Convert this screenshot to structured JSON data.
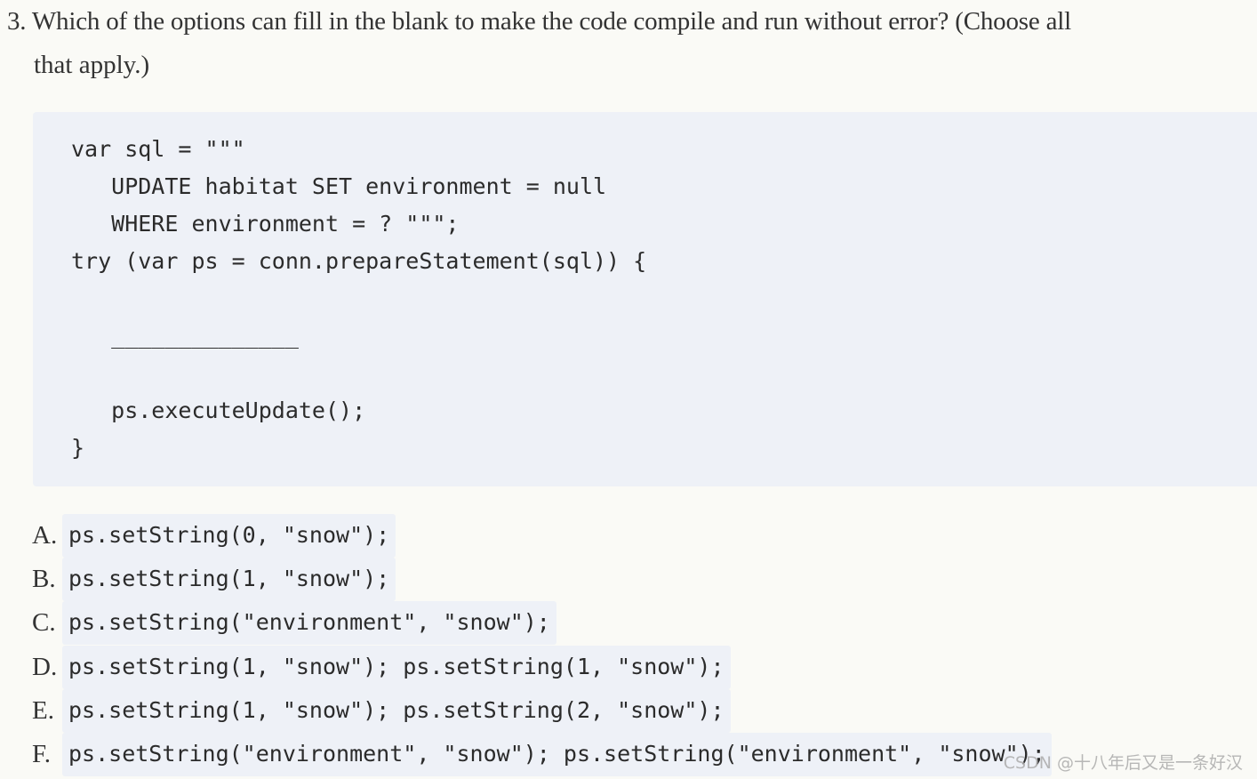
{
  "question": {
    "number": "3.",
    "text_line1": "Which of the options can fill in the blank to make the code compile and run without error? (Choose all",
    "text_line2": "that apply.)"
  },
  "code": {
    "lines": [
      "var sql = \"\"\"",
      "   UPDATE habitat SET environment = null",
      "   WHERE environment = ? \"\"\";",
      "try (var ps = conn.prepareStatement(sql)) {",
      "",
      "   ______________",
      "",
      "   ps.executeUpdate();",
      "}"
    ]
  },
  "options": [
    {
      "letter": "A.",
      "code": "ps.setString(0, \"snow\");"
    },
    {
      "letter": "B.",
      "code": "ps.setString(1, \"snow\");"
    },
    {
      "letter": "C.",
      "code": "ps.setString(\"environment\", \"snow\");"
    },
    {
      "letter": "D.",
      "code": "ps.setString(1, \"snow\"); ps.setString(1, \"snow\");"
    },
    {
      "letter": "E.",
      "code": "ps.setString(1, \"snow\"); ps.setString(2, \"snow\");"
    },
    {
      "letter": "F.",
      "code": "ps.setString(\"environment\", \"snow\"); ps.setString(\"environment\", \"snow\");"
    }
  ],
  "watermark": "CSDN @十八年后又是一条好汉"
}
